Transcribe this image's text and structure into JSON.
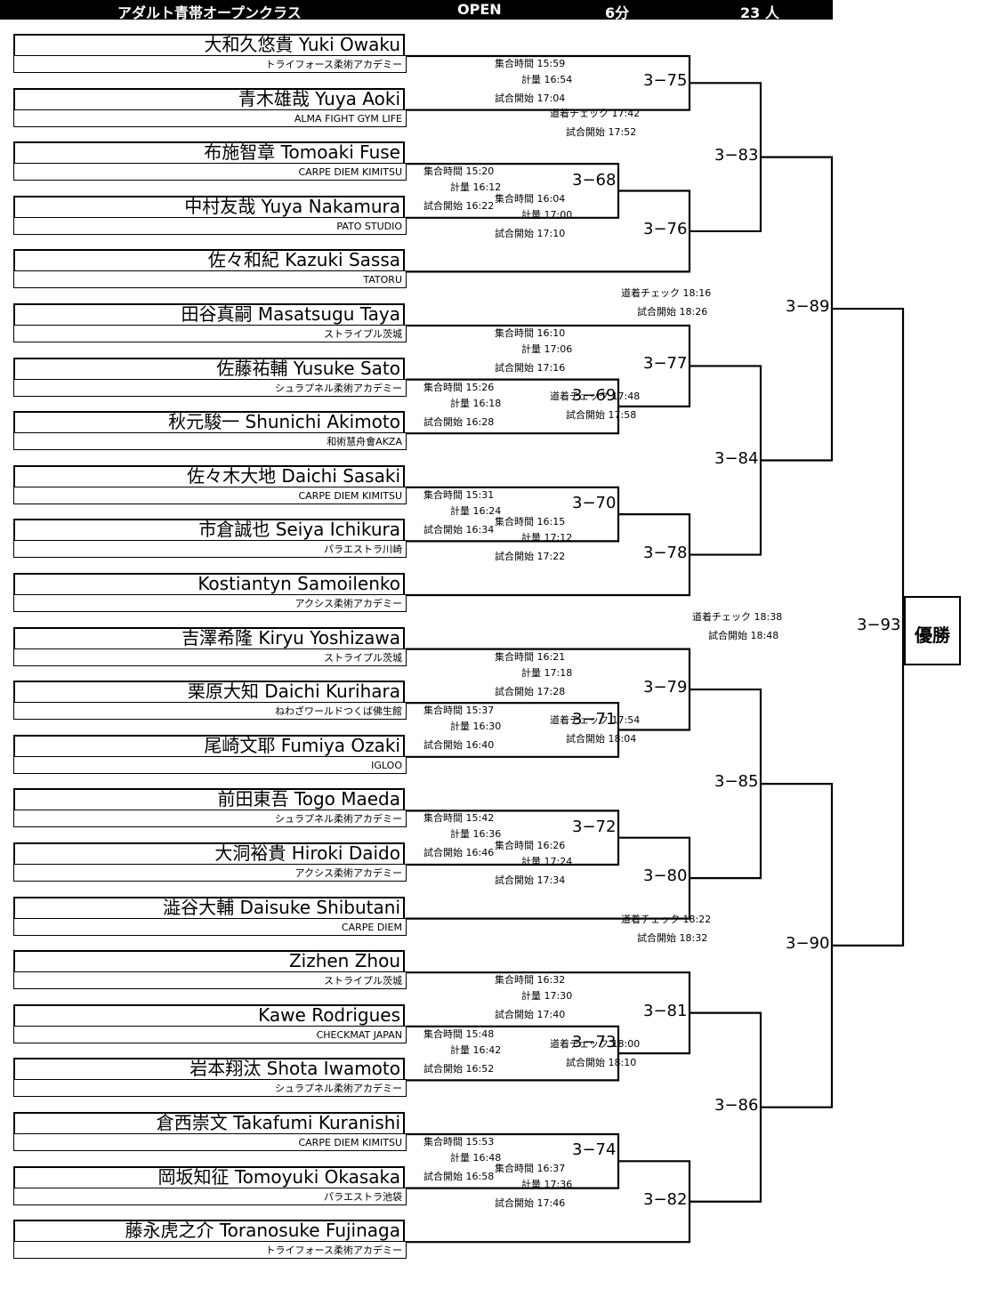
{
  "header": {
    "division": "アダルト青帯オープンクラス",
    "weight": "OPEN",
    "time": "6分",
    "count": "23 人"
  },
  "champion_label": "優勝",
  "competitors": [
    {
      "name": "大和久悠貴 Yuki Owaku",
      "team": "トライフォース柔術アカデミー"
    },
    {
      "name": "青木雄哉 Yuya Aoki",
      "team": "ALMA FIGHT GYM LIFE"
    },
    {
      "name": "布施智章 Tomoaki Fuse",
      "team": "CARPE DIEM KIMITSU"
    },
    {
      "name": "中村友哉 Yuya Nakamura",
      "team": "PATO STUDIO"
    },
    {
      "name": "佐々和紀 Kazuki Sassa",
      "team": "TATORU"
    },
    {
      "name": "田谷真嗣 Masatsugu Taya",
      "team": "ストライプル茨城"
    },
    {
      "name": "佐藤祐輔 Yusuke Sato",
      "team": "シュラプネル柔術アカデミー"
    },
    {
      "name": "秋元駿一 Shunichi Akimoto",
      "team": "和術慧舟會AKZA"
    },
    {
      "name": "佐々木大地 Daichi Sasaki",
      "team": "CARPE DIEM KIMITSU"
    },
    {
      "name": "市倉誠也 Seiya Ichikura",
      "team": "パラエストラ川崎"
    },
    {
      "name": "Kostiantyn Samoilenko",
      "team": "アクシス柔術アカデミー"
    },
    {
      "name": "吉澤希隆 Kiryu Yoshizawa",
      "team": "ストライプル茨城"
    },
    {
      "name": "栗原大知 Daichi Kurihara",
      "team": "ねわざワールドつくば佛生館"
    },
    {
      "name": "尾崎文耶 Fumiya Ozaki",
      "team": "IGLOO"
    },
    {
      "name": "前田東吾 Togo Maeda",
      "team": "シュラプネル柔術アカデミー"
    },
    {
      "name": "大洞裕貴 Hiroki Daido",
      "team": "アクシス柔術アカデミー"
    },
    {
      "name": "澁谷大輔 Daisuke Shibutani",
      "team": "CARPE DIEM"
    },
    {
      "name": "Zizhen Zhou",
      "team": "ストライプル茨城"
    },
    {
      "name": "Kawe Rodrigues",
      "team": "CHECKMAT JAPAN"
    },
    {
      "name": "岩本翔汰 Shota Iwamoto",
      "team": "シュラプネル柔術アカデミー"
    },
    {
      "name": "倉西崇文 Takafumi Kuranishi",
      "team": "CARPE DIEM KIMITSU"
    },
    {
      "name": "岡坂知征 Tomoyuki Okasaka",
      "team": "パラエストラ池袋"
    },
    {
      "name": "藤永虎之介 Toranosuke Fujinaga",
      "team": "トライフォース柔術アカデミー"
    }
  ],
  "matches": [
    {
      "id": "3−68",
      "schedule": [
        "集合時間 15:20",
        "計量 16:12",
        "試合開始 16:22"
      ]
    },
    {
      "id": "3−69",
      "schedule": [
        "集合時間 15:26",
        "計量 16:18",
        "試合開始 16:28"
      ]
    },
    {
      "id": "3−70",
      "schedule": [
        "集合時間 15:31",
        "計量 16:24",
        "試合開始 16:34"
      ]
    },
    {
      "id": "3−71",
      "schedule": [
        "集合時間 15:37",
        "計量 16:30",
        "試合開始 16:40"
      ]
    },
    {
      "id": "3−72",
      "schedule": [
        "集合時間 15:42",
        "計量 16:36",
        "試合開始 16:46"
      ]
    },
    {
      "id": "3−73",
      "schedule": [
        "集合時間 15:48",
        "計量 16:42",
        "試合開始 16:52"
      ]
    },
    {
      "id": "3−74",
      "schedule": [
        "集合時間 15:53",
        "計量 16:48",
        "試合開始 16:58"
      ]
    },
    {
      "id": "3−75",
      "schedule": [
        "集合時間 15:59",
        "計量 16:54",
        "試合開始 17:04"
      ]
    },
    {
      "id": "3−76",
      "schedule": [
        "集合時間 16:04",
        "計量 17:00",
        "試合開始 17:10"
      ]
    },
    {
      "id": "3−77",
      "schedule": [
        "集合時間 16:10",
        "計量 17:06",
        "試合開始 17:16"
      ]
    },
    {
      "id": "3−78",
      "schedule": [
        "集合時間 16:15",
        "計量 17:12",
        "試合開始 17:22"
      ]
    },
    {
      "id": "3−79",
      "schedule": [
        "集合時間 16:21",
        "計量 17:18",
        "試合開始 17:28"
      ]
    },
    {
      "id": "3−80",
      "schedule": [
        "集合時間 16:26",
        "計量 17:24",
        "試合開始 17:34"
      ]
    },
    {
      "id": "3−81",
      "schedule": [
        "集合時間 16:32",
        "計量 17:30",
        "試合開始 17:40"
      ]
    },
    {
      "id": "3−82",
      "schedule": [
        "集合時間 16:37",
        "計量 17:36",
        "試合開始 17:46"
      ]
    },
    {
      "id": "3−83",
      "schedule": [
        "道着チェック 17:42",
        "試合開始 17:52"
      ]
    },
    {
      "id": "3−84",
      "schedule": [
        "道着チェック 17:48",
        "試合開始 17:58"
      ]
    },
    {
      "id": "3−85",
      "schedule": [
        "道着チェック 17:54",
        "試合開始 18:04"
      ]
    },
    {
      "id": "3−86",
      "schedule": [
        "道着チェック 18:00",
        "試合開始 18:10"
      ]
    },
    {
      "id": "3−89",
      "schedule": [
        "道着チェック 18:16",
        "試合開始 18:26"
      ]
    },
    {
      "id": "3−90",
      "schedule": [
        "道着チェック 18:22",
        "試合開始 18:32"
      ]
    },
    {
      "id": "3−93",
      "schedule": [
        "道着チェック 18:38",
        "試合開始 18:48"
      ]
    }
  ]
}
